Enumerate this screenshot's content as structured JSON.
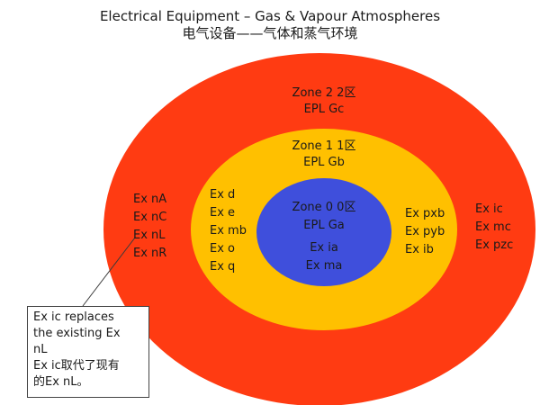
{
  "title_en": "Electrical Equipment – Gas & Vapour Atmospheres",
  "title_zh": "电气设备——气体和蒸气环境",
  "colors": {
    "zone2": "#ff3b12",
    "zone1": "#ffc000",
    "zone0": "#3f4fdc",
    "background": "#ffffff"
  },
  "zone2": {
    "name": "Zone 2  2区",
    "epl": "EPL Gc",
    "left_list": [
      "Ex nA",
      "Ex nC",
      "Ex nL",
      "Ex nR"
    ],
    "right_list": [
      "Ex ic",
      "Ex mc",
      "Ex pzc"
    ]
  },
  "zone1": {
    "name": "Zone 1  1区",
    "epl": "EPL Gb",
    "left_list": [
      "Ex d",
      "Ex e",
      "Ex mb",
      "Ex o",
      "Ex q"
    ],
    "right_list": [
      "Ex pxb",
      "Ex pyb",
      "Ex ib"
    ]
  },
  "zone0": {
    "name": "Zone 0  0区",
    "epl": "EPL  Ga",
    "list": [
      "Ex ia",
      "Ex ma"
    ]
  },
  "note": {
    "lines": [
      "Ex ic replaces",
      "the existing Ex",
      "nL",
      "Ex ic取代了现有",
      "的Ex nL。"
    ]
  }
}
